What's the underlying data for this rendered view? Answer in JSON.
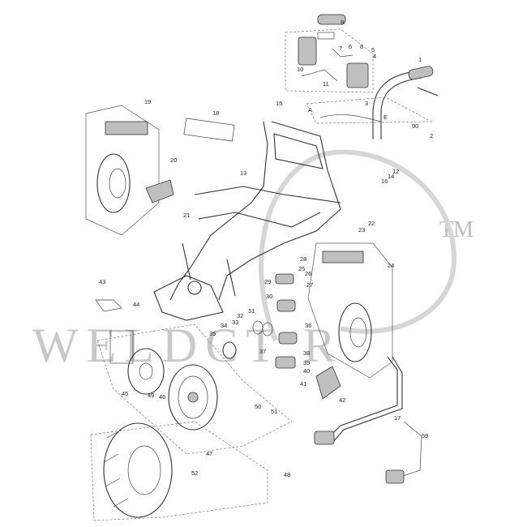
{
  "watermark": {
    "text": "WELDCT  R",
    "tm": "TM"
  },
  "callouts": [
    "1",
    "2",
    "3",
    "4",
    "5",
    "6",
    "7",
    "8",
    "9",
    "10",
    "11",
    "12",
    "13",
    "14",
    "15",
    "16",
    "17",
    "18",
    "19",
    "20",
    "21",
    "22",
    "23",
    "24",
    "25",
    "26",
    "27",
    "28",
    "29",
    "30",
    "31",
    "32",
    "33",
    "34",
    "35",
    "36",
    "37",
    "38",
    "39",
    "40",
    "41",
    "42",
    "43",
    "44",
    "45",
    "46",
    "47",
    "48",
    "49",
    "50",
    "51",
    "52",
    "59",
    "90"
  ],
  "connector_labels": {
    "a": "A",
    "e": "E"
  }
}
